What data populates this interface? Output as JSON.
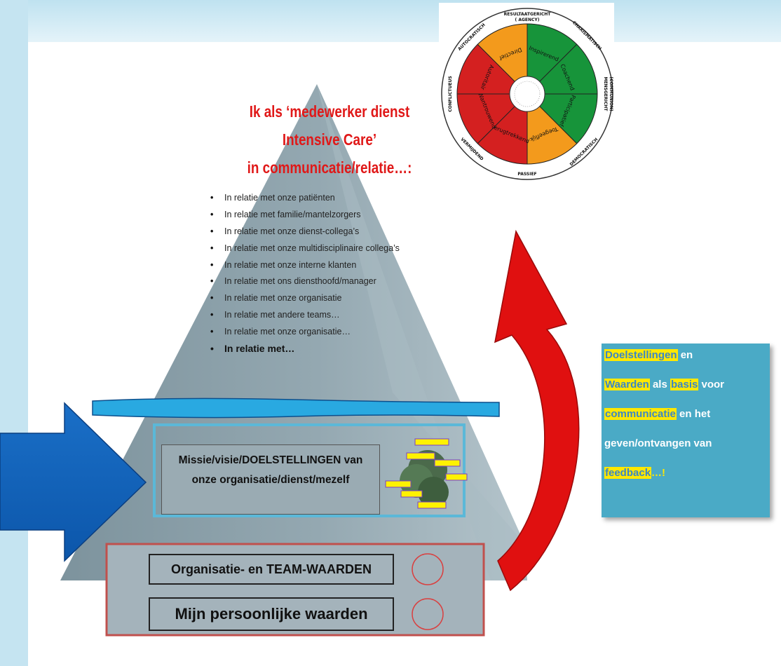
{
  "title_lines": [
    "Ik als ‘medewerker dienst",
    "Intensive Care’",
    "in communicatie/relatie…:"
  ],
  "relations": [
    "In relatie met onze patiënten",
    "In relatie met familie/mantelzorgers",
    "In relatie met onze dienst-collega’s",
    "In relatie met onze multidisciplinaire collega’s",
    "In relatie met onze interne klanten",
    "In relatie met ons diensthoofd/manager",
    "In relatie met onze organisatie",
    "In relatie met andere teams…",
    "In relatie met onze organisatie…",
    "In relatie met…"
  ],
  "mission_box": [
    "Missie/visie/DOELSTELLINGEN van",
    "onze organisatie/dienst/mezelf"
  ],
  "values": {
    "organisation": "Organisatie- en TEAM-WAARDEN",
    "personal": "Mijn persoonlijke waarden"
  },
  "side_note": {
    "line1": {
      "w1": "Doelstellingen",
      "w2": " en"
    },
    "line2": {
      "w1": "Waarden",
      "w2": " als ",
      "w3": "basis",
      "w4": " voor"
    },
    "line3": {
      "w1": "communicatie",
      "w2": " en het"
    },
    "line4": {
      "w1": "geven/ontvangen van"
    },
    "line5": {
      "w1": "feedback",
      "w2": "…!"
    }
  },
  "wheel": {
    "outer_labels": {
      "top": "RESULTAATGERICHT",
      "top_sub": "( AGENCY)",
      "top_right": "CHARISMATISCH",
      "right": "MENSGERICHT",
      "right_sub": "(COMMUNION)",
      "bottom_right": "DEMOCRATISCH",
      "bottom": "PASSIEF",
      "bottom_left": "VERMIJDEND",
      "left": "CONFLICTUEUS",
      "top_left": "AUTOCRATISCH"
    },
    "segments": [
      {
        "label": "Inspirerend",
        "color": "#17943a"
      },
      {
        "label": "Coachend",
        "color": "#17943a"
      },
      {
        "label": "Participatief",
        "color": "#17943a"
      },
      {
        "label": "Toegeeflijk",
        "color": "#f39a1c"
      },
      {
        "label": "Terugtrekkend",
        "color": "#d42020"
      },
      {
        "label": "Wantrouwend",
        "color": "#d42020"
      },
      {
        "label": "Autoritair",
        "color": "#d42020"
      },
      {
        "label": "Directief",
        "color": "#f39a1c"
      }
    ]
  },
  "colors": {
    "title_red": "#e01818",
    "arrow_blue": "#1565c0",
    "arrow_red": "#e01010",
    "pyramid": "#90a4ae",
    "side_box": "#4aaac6"
  }
}
